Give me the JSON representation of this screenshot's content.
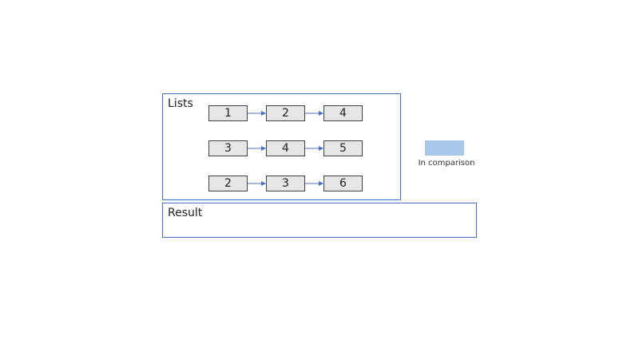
{
  "lists_panel": {
    "title": "Lists"
  },
  "result_panel": {
    "title": "Result"
  },
  "lists": [
    [
      "1",
      "2",
      "4"
    ],
    [
      "3",
      "4",
      "5"
    ],
    [
      "2",
      "3",
      "6"
    ]
  ],
  "legend": {
    "label": "In comparison",
    "color": "#a7c8e8"
  },
  "colors": {
    "accent": "#4472c4",
    "node_fill": "#e6e6e6",
    "node_border": "#404040"
  }
}
